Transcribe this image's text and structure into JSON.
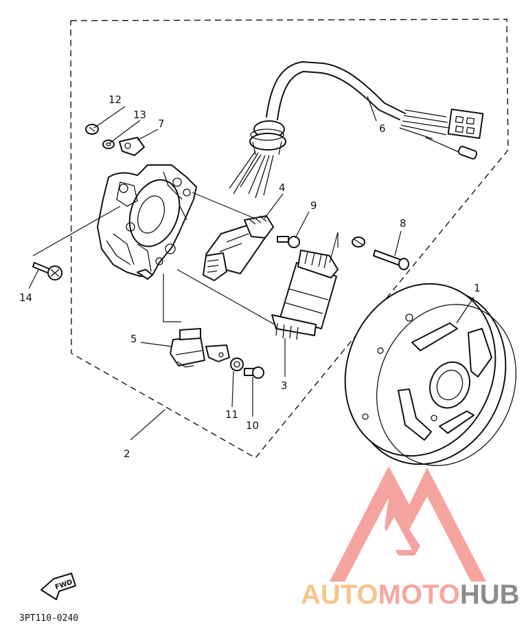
{
  "diagram": {
    "callouts": [
      {
        "id": "1",
        "label": "1"
      },
      {
        "id": "2",
        "label": "2"
      },
      {
        "id": "3",
        "label": "3"
      },
      {
        "id": "4",
        "label": "4"
      },
      {
        "id": "5",
        "label": "5"
      },
      {
        "id": "6",
        "label": "6"
      },
      {
        "id": "7",
        "label": "7"
      },
      {
        "id": "8",
        "label": "8"
      },
      {
        "id": "9",
        "label": "9"
      },
      {
        "id": "10",
        "label": "10"
      },
      {
        "id": "11",
        "label": "11"
      },
      {
        "id": "12",
        "label": "12"
      },
      {
        "id": "13",
        "label": "13"
      },
      {
        "id": "14",
        "label": "14"
      }
    ],
    "fwd_arrow_label": "FWD",
    "drawing_code": "3PT110-0240"
  },
  "watermark": {
    "part1": "AUTO",
    "part2": "MOTO",
    "part3": "HUB",
    "colors": {
      "auto": "#f8c48a",
      "moto": "#f5a8a0",
      "hub": "#8c8c8c",
      "logo": "#f59a94"
    }
  }
}
